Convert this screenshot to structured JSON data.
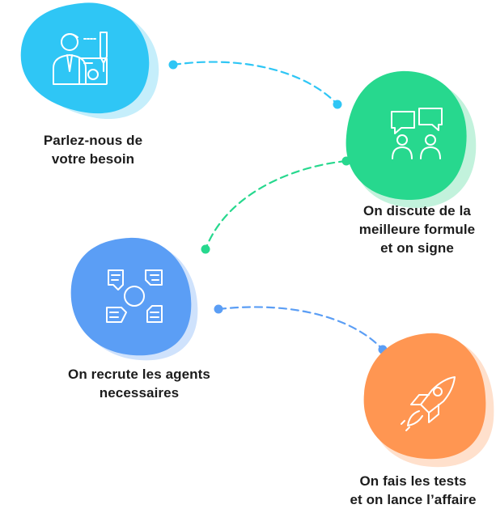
{
  "steps": [
    {
      "id": "besoin",
      "color": "#2fc6f5",
      "shadow": "#c5eefb",
      "icon": "businessman-contract-icon",
      "lines": [
        "Parlez-nous de",
        "votre besoin"
      ]
    },
    {
      "id": "discussion",
      "color": "#27d88e",
      "shadow": "#c2f2dc",
      "icon": "people-chat-icon",
      "lines": [
        "On discute de la",
        "meilleure formule",
        "et on signe"
      ]
    },
    {
      "id": "recrutement",
      "color": "#5b9ef5",
      "shadow": "#cfe2fc",
      "icon": "teamwork-hands-icon",
      "lines": [
        "On recrute les agents",
        "necessaires"
      ]
    },
    {
      "id": "lancement",
      "color": "#ff9652",
      "shadow": "#ffe0cc",
      "icon": "rocket-icon",
      "lines": [
        "On fais les tests",
        "et on lance l’affaire"
      ]
    }
  ],
  "connectors": [
    {
      "from": "besoin",
      "to": "discussion",
      "color": "#2fc6f5"
    },
    {
      "from": "discussion",
      "to": "recrutement",
      "color": "#27d88e"
    },
    {
      "from": "recrutement",
      "to": "lancement",
      "color": "#5b9ef5"
    }
  ]
}
